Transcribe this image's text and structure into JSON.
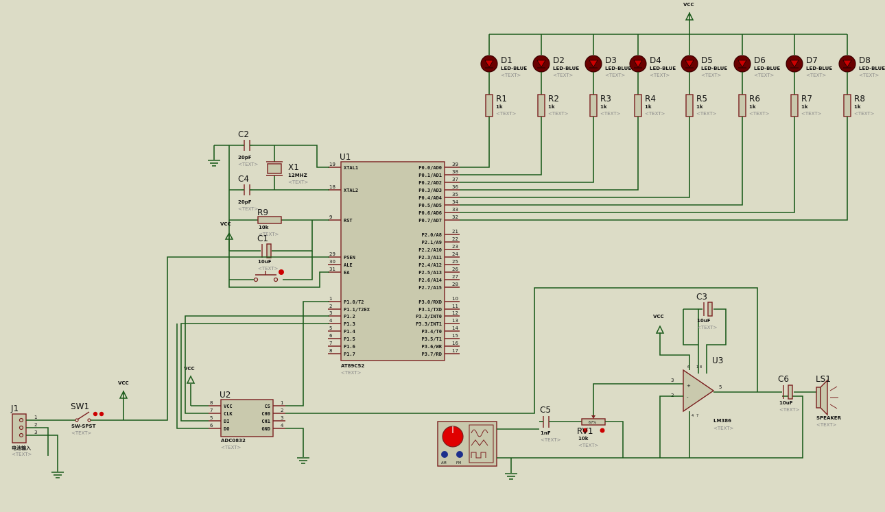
{
  "power": {
    "vcc": "VCC"
  },
  "placeholder": "<TEXT>",
  "leds": [
    {
      "ref": "D1",
      "value": "LED-BLUE"
    },
    {
      "ref": "D2",
      "value": "LED-BLUE"
    },
    {
      "ref": "D3",
      "value": "LED-BLUE"
    },
    {
      "ref": "D4",
      "value": "LED-BLUE"
    },
    {
      "ref": "D5",
      "value": "LED-BLUE"
    },
    {
      "ref": "D6",
      "value": "LED-BLUE"
    },
    {
      "ref": "D7",
      "value": "LED-BLUE"
    },
    {
      "ref": "D8",
      "value": "LED-BLUE"
    }
  ],
  "resistors": [
    {
      "ref": "R1",
      "value": "1k"
    },
    {
      "ref": "R2",
      "value": "1k"
    },
    {
      "ref": "R3",
      "value": "1k"
    },
    {
      "ref": "R4",
      "value": "1k"
    },
    {
      "ref": "R5",
      "value": "1k"
    },
    {
      "ref": "R6",
      "value": "1k"
    },
    {
      "ref": "R7",
      "value": "1k"
    },
    {
      "ref": "R8",
      "value": "1k"
    }
  ],
  "mcu": {
    "ref": "U1",
    "part": "AT89C52",
    "left_pins": [
      {
        "num": "19",
        "name": "XTAL1"
      },
      {
        "num": "18",
        "name": "XTAL2"
      },
      {
        "num": "9",
        "name": "RST"
      },
      {
        "num": "29",
        "name": "PSEN"
      },
      {
        "num": "30",
        "name": "ALE"
      },
      {
        "num": "31",
        "name": "EA"
      },
      {
        "num": "1",
        "name": "P1.0/T2"
      },
      {
        "num": "2",
        "name": "P1.1/T2EX"
      },
      {
        "num": "3",
        "name": "P1.2"
      },
      {
        "num": "4",
        "name": "P1.3"
      },
      {
        "num": "5",
        "name": "P1.4"
      },
      {
        "num": "6",
        "name": "P1.5"
      },
      {
        "num": "7",
        "name": "P1.6"
      },
      {
        "num": "8",
        "name": "P1.7"
      }
    ],
    "right_pins": [
      {
        "num": "39",
        "name": "P0.0/AD0"
      },
      {
        "num": "38",
        "name": "P0.1/AD1"
      },
      {
        "num": "37",
        "name": "P0.2/AD2"
      },
      {
        "num": "36",
        "name": "P0.3/AD3"
      },
      {
        "num": "35",
        "name": "P0.4/AD4"
      },
      {
        "num": "34",
        "name": "P0.5/AD5"
      },
      {
        "num": "33",
        "name": "P0.6/AD6"
      },
      {
        "num": "32",
        "name": "P0.7/AD7"
      },
      {
        "num": "21",
        "name": "P2.0/A8"
      },
      {
        "num": "22",
        "name": "P2.1/A9"
      },
      {
        "num": "23",
        "name": "P2.2/A10"
      },
      {
        "num": "24",
        "name": "P2.3/A11"
      },
      {
        "num": "25",
        "name": "P2.4/A12"
      },
      {
        "num": "26",
        "name": "P2.5/A13"
      },
      {
        "num": "27",
        "name": "P2.6/A14"
      },
      {
        "num": "28",
        "name": "P2.7/A15"
      },
      {
        "num": "10",
        "name": "P3.0/RXD"
      },
      {
        "num": "11",
        "name": "P3.1/TXD"
      },
      {
        "num": "12",
        "name": "P3.2/INT0"
      },
      {
        "num": "13",
        "name": "P3.3/INT1"
      },
      {
        "num": "14",
        "name": "P3.4/T0"
      },
      {
        "num": "15",
        "name": "P3.5/T1"
      },
      {
        "num": "16",
        "name": "P3.6/WR"
      },
      {
        "num": "17",
        "name": "P3.7/RD"
      }
    ]
  },
  "crystal_section": {
    "c2": {
      "ref": "C2",
      "value": "20pF"
    },
    "c4": {
      "ref": "C4",
      "value": "20pF"
    },
    "x1": {
      "ref": "X1",
      "value": "12MHZ"
    },
    "r9": {
      "ref": "R9",
      "value": "10k"
    },
    "c1": {
      "ref": "C1",
      "value": "10uF"
    }
  },
  "adc": {
    "ref": "U2",
    "part": "ADC0832",
    "left_pins": [
      {
        "num": "8",
        "name": "VCC"
      },
      {
        "num": "7",
        "name": "CLK"
      },
      {
        "num": "5",
        "name": "DI"
      },
      {
        "num": "6",
        "name": "DO"
      }
    ],
    "right_pins": [
      {
        "num": "1",
        "name": "CS"
      },
      {
        "num": "2",
        "name": "CH0"
      },
      {
        "num": "3",
        "name": "CH1"
      },
      {
        "num": "4",
        "name": "GND"
      }
    ]
  },
  "connector": {
    "ref": "J1",
    "value": "电池输入",
    "pins": [
      "1",
      "2",
      "3"
    ]
  },
  "switch": {
    "ref": "SW1",
    "value": "SW-SPST"
  },
  "amp": {
    "u3": {
      "ref": "U3",
      "part": "LM386",
      "pins": [
        "3",
        "2",
        "5",
        "6",
        "4",
        "1",
        "8",
        "7"
      ]
    },
    "c3": {
      "ref": "C3",
      "value": "10uF"
    },
    "c5": {
      "ref": "C5",
      "value": "1nF"
    },
    "c6": {
      "ref": "C6",
      "value": "10uF"
    },
    "rv1": {
      "ref": "RV1",
      "value": "10k",
      "mid": "67%"
    },
    "ls1": {
      "ref": "LS1",
      "value": "SPEAKER"
    }
  },
  "siggen": {
    "labels": [
      "AM",
      "FM"
    ]
  }
}
